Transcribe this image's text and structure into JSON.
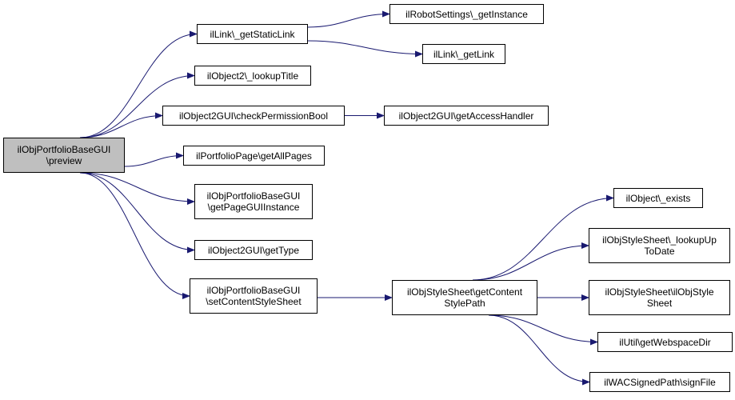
{
  "graph": {
    "colors": {
      "edge": "#191970",
      "root_fill": "#bfbfbf",
      "node_fill": "#ffffff",
      "border": "#000000"
    },
    "nodes": {
      "preview": {
        "lines": [
          "ilObjPortfolioBaseGUI",
          "\\preview"
        ],
        "root": true
      },
      "getStaticLink": {
        "lines": [
          "ilLink\\_getStaticLink",
          ""
        ]
      },
      "robotInstance": {
        "lines": [
          "ilRobotSettings\\_getInstance",
          ""
        ]
      },
      "getLink": {
        "lines": [
          "ilLink\\_getLink",
          ""
        ]
      },
      "lookupTitle": {
        "lines": [
          "ilObject2\\_lookupTitle",
          ""
        ]
      },
      "checkPerm": {
        "lines": [
          "ilObject2GUI\\checkPermissionBool",
          ""
        ]
      },
      "accessHandler": {
        "lines": [
          "ilObject2GUI\\getAccessHandler",
          ""
        ]
      },
      "getAllPages": {
        "lines": [
          "ilPortfolioPage\\getAllPages",
          ""
        ]
      },
      "pageGUI": {
        "lines": [
          "ilObjPortfolioBaseGUI",
          "\\getPageGUIInstance"
        ]
      },
      "getType": {
        "lines": [
          "ilObject2GUI\\getType",
          ""
        ]
      },
      "setStyle": {
        "lines": [
          "ilObjPortfolioBaseGUI",
          "\\setContentStyleSheet"
        ]
      },
      "getStylePath": {
        "lines": [
          "ilObjStyleSheet\\getContent",
          "StylePath"
        ]
      },
      "exists": {
        "lines": [
          "ilObject\\_exists",
          ""
        ]
      },
      "lookupUpToDate": {
        "lines": [
          "ilObjStyleSheet\\_lookupUp",
          "ToDate"
        ]
      },
      "ctor": {
        "lines": [
          "ilObjStyleSheet\\ilObjStyle",
          "Sheet"
        ]
      },
      "webspace": {
        "lines": [
          "ilUtil\\getWebspaceDir",
          ""
        ]
      },
      "signFile": {
        "lines": [
          "ilWACSignedPath\\signFile",
          ""
        ]
      }
    },
    "edges": [
      [
        "preview",
        "getStaticLink"
      ],
      [
        "getStaticLink",
        "robotInstance"
      ],
      [
        "getStaticLink",
        "getLink"
      ],
      [
        "preview",
        "lookupTitle"
      ],
      [
        "preview",
        "checkPerm"
      ],
      [
        "checkPerm",
        "accessHandler"
      ],
      [
        "preview",
        "getAllPages"
      ],
      [
        "preview",
        "pageGUI"
      ],
      [
        "preview",
        "getType"
      ],
      [
        "preview",
        "setStyle"
      ],
      [
        "setStyle",
        "getStylePath"
      ],
      [
        "getStylePath",
        "exists"
      ],
      [
        "getStylePath",
        "lookupUpToDate"
      ],
      [
        "getStylePath",
        "ctor"
      ],
      [
        "getStylePath",
        "webspace"
      ],
      [
        "getStylePath",
        "signFile"
      ]
    ]
  }
}
